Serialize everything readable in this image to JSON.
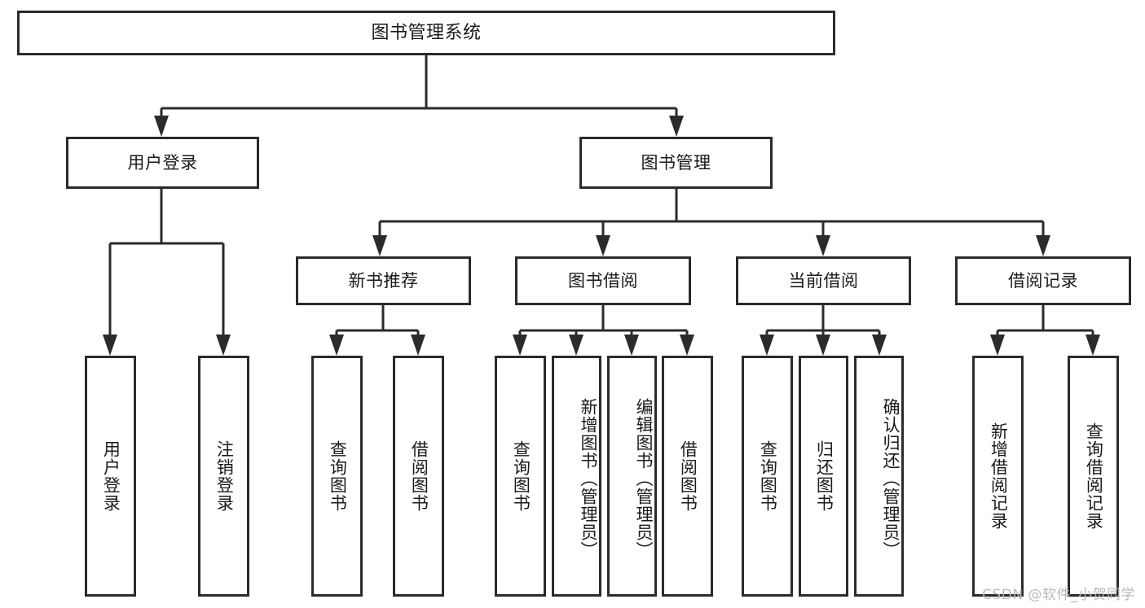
{
  "diagram": {
    "type": "tree",
    "title": "图书管理系统",
    "orientation": "top-down",
    "watermark": "CSDN @软件_小贺同学",
    "colors": {
      "line": "#2b2b2b",
      "box_fill": "#ffffff",
      "text": "#1a1a1a",
      "watermark": "#b9b9b9"
    },
    "levels": {
      "root": {
        "label": "图书管理系统"
      },
      "level2": [
        {
          "id": "user-login",
          "label": "用户登录"
        },
        {
          "id": "book-manage",
          "label": "图书管理"
        }
      ],
      "level3": [
        {
          "id": "new-book-rec",
          "label": "新书推荐",
          "parent": "book-manage"
        },
        {
          "id": "book-borrow",
          "label": "图书借阅",
          "parent": "book-manage"
        },
        {
          "id": "current-borrow",
          "label": "当前借阅",
          "parent": "book-manage"
        },
        {
          "id": "borrow-record",
          "label": "借阅记录",
          "parent": "book-manage"
        }
      ],
      "leaves": [
        {
          "id": "leaf-user-login",
          "label": "用户登录",
          "parent": "user-login"
        },
        {
          "id": "leaf-user-logout",
          "label": "注销登录",
          "parent": "user-login"
        },
        {
          "id": "leaf-query-book-1",
          "label": "查询图书",
          "parent": "new-book-rec"
        },
        {
          "id": "leaf-borrow-book-1",
          "label": "借阅图书",
          "parent": "new-book-rec"
        },
        {
          "id": "leaf-query-book-2",
          "label": "查询图书",
          "parent": "book-borrow"
        },
        {
          "id": "leaf-add-book",
          "label": "新增图书（管理员）",
          "parent": "book-borrow"
        },
        {
          "id": "leaf-edit-book",
          "label": "编辑图书（管理员）",
          "parent": "book-borrow"
        },
        {
          "id": "leaf-borrow-book-2",
          "label": "借阅图书",
          "parent": "book-borrow"
        },
        {
          "id": "leaf-query-book-3",
          "label": "查询图书",
          "parent": "current-borrow"
        },
        {
          "id": "leaf-return-book",
          "label": "归还图书",
          "parent": "current-borrow"
        },
        {
          "id": "leaf-confirm-return",
          "label": "确认归还（管理员）",
          "parent": "current-borrow"
        },
        {
          "id": "leaf-add-record",
          "label": "新增借阅记录",
          "parent": "borrow-record"
        },
        {
          "id": "leaf-query-record",
          "label": "查询借阅记录",
          "parent": "borrow-record"
        }
      ]
    }
  }
}
